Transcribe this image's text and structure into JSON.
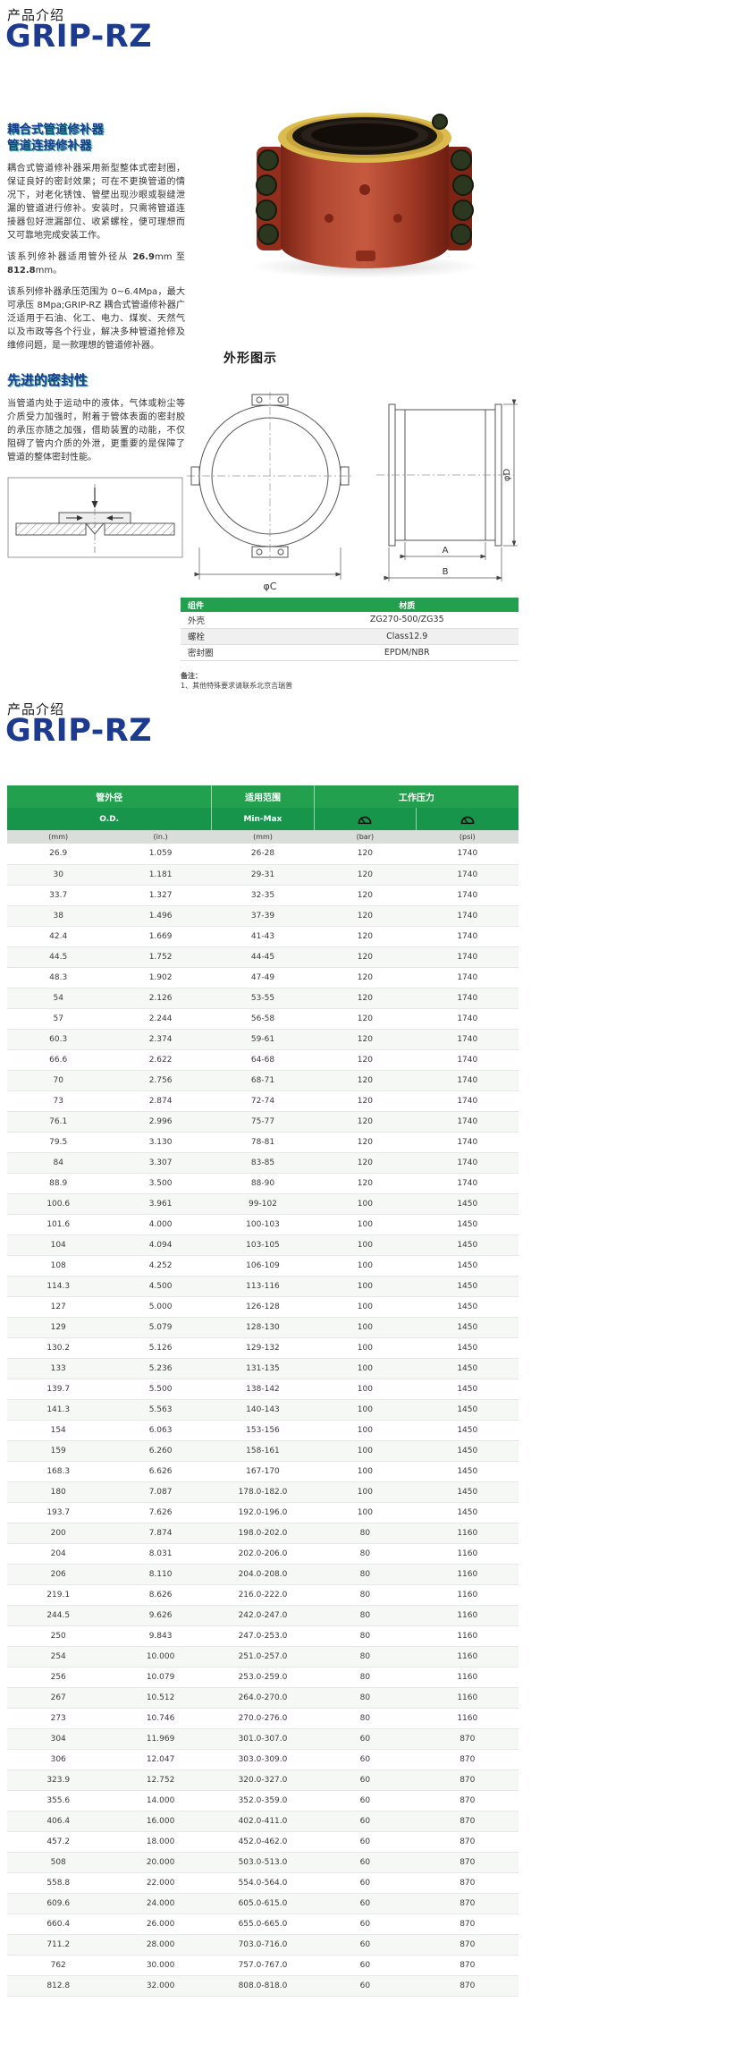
{
  "page1": {
    "kicker": "产品介绍",
    "brand": "GRIP-RZ",
    "subtitle": [
      "耦合式管道修补器",
      "管道连接修补器"
    ],
    "para1": "耦合式管道修补器采用新型整体式密封圈，保证良好的密封效果；可在不更换管道的情况下，对老化锈蚀、管壁出现沙眼或裂缝泄漏的管道进行修补。安装时，只需将管道连接器包好泄漏部位、收紧螺栓，便可理想而又可靠地完成安装工作。",
    "para2_parts": [
      "该系列修补器适用管外径从 ",
      "26.9",
      "mm 至 ",
      "812.8",
      "mm。"
    ],
    "para3": "该系列修补器承压范围为 0~6.4Mpa，最大可承压 8Mpa;GRIP-RZ 耦合式管道修补器广泛适用于石油、化工、电力、煤炭、天然气以及市政等各个行业，解决多种管道抢修及维修问题，是一款理想的管道修补器。",
    "sealing_title": "先进的密封性",
    "sealing_para": "当管道内处于运动中的液体，气体或粉尘等介质受力加强时，附着于管体表面的密封胶的承压亦随之加强，借助装置的动能，不仅阻碍了管内介质的外泄，更重要的是保障了管道的整体密封性能。",
    "outline_title": "外形图示",
    "dims": {
      "c": "φC",
      "a": "A",
      "b": "B",
      "d": "φD"
    },
    "materials": {
      "headers": [
        "组件",
        "材质"
      ],
      "rows": [
        [
          "外壳",
          "ZG270-500/ZG35"
        ],
        [
          "螺栓",
          "Class12.9"
        ],
        [
          "密封圈",
          "EPDM/NBR"
        ]
      ]
    },
    "notes_label": "备注：",
    "notes": [
      "1、其他特殊要求请联系北京吉瑞普"
    ]
  },
  "page2": {
    "kicker": "产品介绍",
    "brand": "GRIP-RZ",
    "table": {
      "group_headers": [
        "管外径",
        "适用范围",
        "工作压力"
      ],
      "sub_headers": [
        "O.D.",
        "Min-Max"
      ],
      "pressure_icons": [
        "pressure-gauge-icon",
        "pressure-gauge-icon"
      ],
      "unit_headers": [
        "(mm)",
        "(in.)",
        "(mm)",
        "(bar)",
        "(psi)"
      ],
      "rows": [
        [
          "26.9",
          "1.059",
          "26-28",
          "120",
          "1740"
        ],
        [
          "30",
          "1.181",
          "29-31",
          "120",
          "1740"
        ],
        [
          "33.7",
          "1.327",
          "32-35",
          "120",
          "1740"
        ],
        [
          "38",
          "1.496",
          "37-39",
          "120",
          "1740"
        ],
        [
          "42.4",
          "1.669",
          "41-43",
          "120",
          "1740"
        ],
        [
          "44.5",
          "1.752",
          "44-45",
          "120",
          "1740"
        ],
        [
          "48.3",
          "1.902",
          "47-49",
          "120",
          "1740"
        ],
        [
          "54",
          "2.126",
          "53-55",
          "120",
          "1740"
        ],
        [
          "57",
          "2.244",
          "56-58",
          "120",
          "1740"
        ],
        [
          "60.3",
          "2.374",
          "59-61",
          "120",
          "1740"
        ],
        [
          "66.6",
          "2.622",
          "64-68",
          "120",
          "1740"
        ],
        [
          "70",
          "2.756",
          "68-71",
          "120",
          "1740"
        ],
        [
          "73",
          "2.874",
          "72-74",
          "120",
          "1740"
        ],
        [
          "76.1",
          "2.996",
          "75-77",
          "120",
          "1740"
        ],
        [
          "79.5",
          "3.130",
          "78-81",
          "120",
          "1740"
        ],
        [
          "84",
          "3.307",
          "83-85",
          "120",
          "1740"
        ],
        [
          "88.9",
          "3.500",
          "88-90",
          "120",
          "1740"
        ],
        [
          "100.6",
          "3.961",
          "99-102",
          "100",
          "1450"
        ],
        [
          "101.6",
          "4.000",
          "100-103",
          "100",
          "1450"
        ],
        [
          "104",
          "4.094",
          "103-105",
          "100",
          "1450"
        ],
        [
          "108",
          "4.252",
          "106-109",
          "100",
          "1450"
        ],
        [
          "114.3",
          "4.500",
          "113-116",
          "100",
          "1450"
        ],
        [
          "127",
          "5.000",
          "126-128",
          "100",
          "1450"
        ],
        [
          "129",
          "5.079",
          "128-130",
          "100",
          "1450"
        ],
        [
          "130.2",
          "5.126",
          "129-132",
          "100",
          "1450"
        ],
        [
          "133",
          "5.236",
          "131-135",
          "100",
          "1450"
        ],
        [
          "139.7",
          "5.500",
          "138-142",
          "100",
          "1450"
        ],
        [
          "141.3",
          "5.563",
          "140-143",
          "100",
          "1450"
        ],
        [
          "154",
          "6.063",
          "153-156",
          "100",
          "1450"
        ],
        [
          "159",
          "6.260",
          "158-161",
          "100",
          "1450"
        ],
        [
          "168.3",
          "6.626",
          "167-170",
          "100",
          "1450"
        ],
        [
          "180",
          "7.087",
          "178.0-182.0",
          "100",
          "1450"
        ],
        [
          "193.7",
          "7.626",
          "192.0-196.0",
          "100",
          "1450"
        ],
        [
          "200",
          "7.874",
          "198.0-202.0",
          "80",
          "1160"
        ],
        [
          "204",
          "8.031",
          "202.0-206.0",
          "80",
          "1160"
        ],
        [
          "206",
          "8.110",
          "204.0-208.0",
          "80",
          "1160"
        ],
        [
          "219.1",
          "8.626",
          "216.0-222.0",
          "80",
          "1160"
        ],
        [
          "244.5",
          "9.626",
          "242.0-247.0",
          "80",
          "1160"
        ],
        [
          "250",
          "9.843",
          "247.0-253.0",
          "80",
          "1160"
        ],
        [
          "254",
          "10.000",
          "251.0-257.0",
          "80",
          "1160"
        ],
        [
          "256",
          "10.079",
          "253.0-259.0",
          "80",
          "1160"
        ],
        [
          "267",
          "10.512",
          "264.0-270.0",
          "80",
          "1160"
        ],
        [
          "273",
          "10.746",
          "270.0-276.0",
          "80",
          "1160"
        ],
        [
          "304",
          "11.969",
          "301.0-307.0",
          "60",
          "870"
        ],
        [
          "306",
          "12.047",
          "303.0-309.0",
          "60",
          "870"
        ],
        [
          "323.9",
          "12.752",
          "320.0-327.0",
          "60",
          "870"
        ],
        [
          "355.6",
          "14.000",
          "352.0-359.0",
          "60",
          "870"
        ],
        [
          "406.4",
          "16.000",
          "402.0-411.0",
          "60",
          "870"
        ],
        [
          "457.2",
          "18.000",
          "452.0-462.0",
          "60",
          "870"
        ],
        [
          "508",
          "20.000",
          "503.0-513.0",
          "60",
          "870"
        ],
        [
          "558.8",
          "22.000",
          "554.0-564.0",
          "60",
          "870"
        ],
        [
          "609.6",
          "24.000",
          "605.0-615.0",
          "60",
          "870"
        ],
        [
          "660.4",
          "26.000",
          "655.0-665.0",
          "60",
          "870"
        ],
        [
          "711.2",
          "28.000",
          "703.0-716.0",
          "60",
          "870"
        ],
        [
          "762",
          "30.000",
          "757.0-767.0",
          "60",
          "870"
        ],
        [
          "812.8",
          "32.000",
          "808.0-818.0",
          "60",
          "870"
        ]
      ]
    }
  },
  "colors": {
    "brand_blue": "#1c3a8e",
    "header_green": "#22a04e",
    "header_green_dark": "#17954a",
    "units_row_bg": "#d9dedb",
    "teal_accent": "#2fa79b",
    "photo_red": "#b04730",
    "photo_yellow": "#dcbc4e"
  }
}
